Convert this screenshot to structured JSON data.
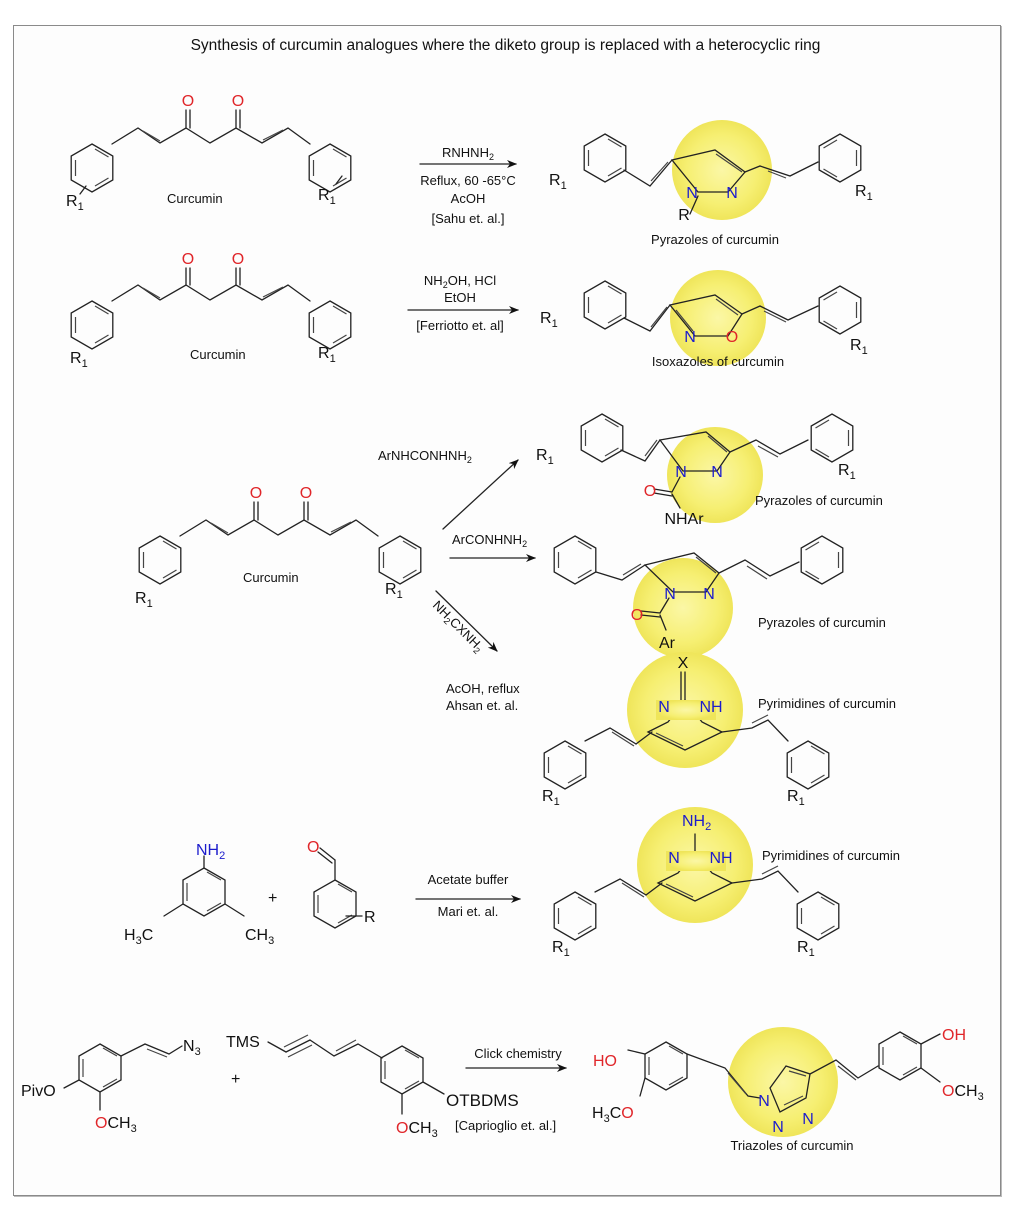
{
  "title": "Synthesis of curcumin analogues where the diketo group is replaced with a heterocyclic ring",
  "colors": {
    "oxygen": "#e0262a",
    "nitrogen": "#1c1ccc",
    "highlight": "#f5f05a",
    "bond": "#222222",
    "frame": "#8a8a8a"
  },
  "reactions": [
    {
      "reactant_label": "Curcumin",
      "substituent": "R1",
      "reagent_above": "RNHNH2",
      "conditions": [
        "Reflux, 60 -65°C",
        "AcOH",
        "[Sahu et. al.]"
      ],
      "product_label": "Pyrazoles of curcumin",
      "ring_atoms": [
        "N",
        "N"
      ],
      "n_substituent": "R"
    },
    {
      "reactant_label": "Curcumin",
      "substituent": "R1",
      "reagent_above": [
        "NH2OH, HCl",
        "EtOH"
      ],
      "conditions": [
        "[Ferriotto et. al]"
      ],
      "product_label": "Isoxazoles of curcumin",
      "ring_atoms": [
        "N",
        "O"
      ]
    },
    {
      "reactant_label": "Curcumin",
      "substituent": "R1",
      "branches": [
        {
          "reagent": "ArNHCONHNH2",
          "product_label": "Pyrazoles of curcumin",
          "n_substituent": [
            "O",
            "NHAr"
          ]
        },
        {
          "reagent": "ArCONHNH2",
          "product_label": "Pyrazoles of curcumin",
          "n_substituent": [
            "O",
            "Ar"
          ]
        },
        {
          "reagent": "NH2CXNH2",
          "conditions": [
            "AcOH, reflux",
            "Ahsan et. al."
          ],
          "product_label": "Pyrimidines of curcumin",
          "ring_atoms": [
            "X",
            "N",
            "NH"
          ]
        }
      ]
    },
    {
      "reactants": [
        "NH2",
        "H3C",
        "CH3",
        "O",
        "R"
      ],
      "plus": "+",
      "reagent_above": "Acetate buffer",
      "conditions": [
        "Mari et. al."
      ],
      "product_label": "Pyrimidines of curcumin",
      "ring_atoms": [
        "NH2",
        "N",
        "NH"
      ]
    },
    {
      "reactants": [
        "N3",
        "TMS",
        "PivO",
        "OCH3",
        "OTBDMS",
        "OCH3"
      ],
      "plus": "+",
      "reagent_above": "Click chemistry",
      "conditions": [
        "[Caprioglio et. al.]"
      ],
      "product_label": "Triazoles of curcumin",
      "product_groups": [
        "HO",
        "H3CO",
        "OH",
        "OCH3"
      ],
      "ring_atoms": [
        "N",
        "N",
        "N"
      ]
    }
  ],
  "labels": {
    "r1": "R",
    "sub1": "1",
    "r": "R",
    "curcumin": "Curcumin",
    "o": "O",
    "n": "N",
    "nh": "NH",
    "x": "X",
    "ar": "Ar",
    "nhar": "NHAr",
    "nh2_n": "NH",
    "sub2": "2",
    "h3c_h": "H",
    "h3c_c": "C",
    "ch3_c": "CH",
    "sub3": "3",
    "tms": "TMS",
    "pivo": "PivO",
    "otbdms": "OTBDMS",
    "ho": "HO",
    "oh": "OH",
    "plus": "+",
    "r1_reagent_a": "RNHNH",
    "r1_cond1": "Reflux, 60 -65°C",
    "r1_cond2": "AcOH",
    "r1_cond3": "[Sahu et. al.]",
    "r1_product": "Pyrazoles of curcumin",
    "r2_reagent_a": "NH",
    "r2_reagent_b": "OH, HCl",
    "r2_reagent_c": "EtOH",
    "r2_cond": "[Ferriotto et. al]",
    "r2_product": "Isoxazoles of curcumin",
    "r3a_reagent": "ArNHCONHNH",
    "r3b_reagent": "ArCONHNH",
    "r3c_reagent_a": "NH",
    "r3c_reagent_b": "CXNH",
    "r3c_cond1": "AcOH, reflux",
    "r3c_cond2": "Ahsan et. al.",
    "r3a_product": "Pyrazoles of curcumin",
    "r3b_product": "Pyrazoles of curcumin",
    "r3c_product": "Pyrimidines of curcumin",
    "r4_reagent": "Acetate buffer",
    "r4_cond": "Mari et. al.",
    "r4_product": "Pyrimidines of curcumin",
    "r5_reagent": "Click chemistry",
    "r5_cond": "[Caprioglio et. al.]",
    "r5_product": "Triazoles of curcumin",
    "n3_n": "N"
  }
}
